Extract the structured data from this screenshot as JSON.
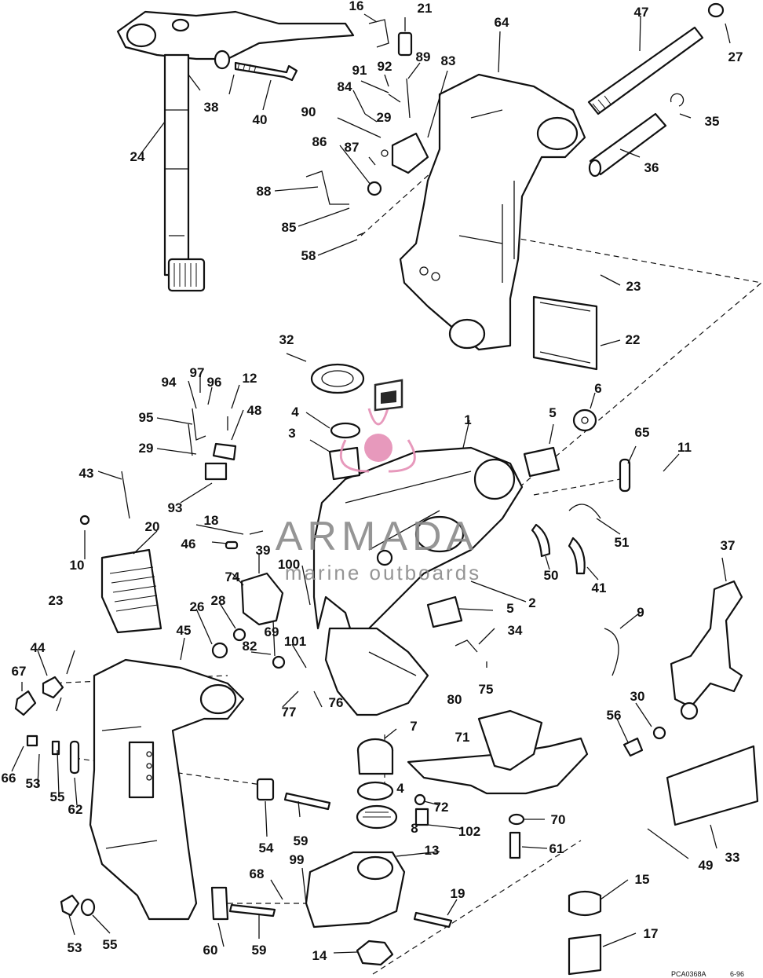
{
  "watermark": {
    "brand": "ARMADA",
    "tagline": "marine outboards",
    "logo_accent": "#e58fb5"
  },
  "drawing_code": "PCA0368A",
  "drawing_date": "6-96",
  "callouts": [
    {
      "n": "1"
    },
    {
      "n": "2"
    },
    {
      "n": "3"
    },
    {
      "n": "4"
    },
    {
      "n": "4"
    },
    {
      "n": "5"
    },
    {
      "n": "5"
    },
    {
      "n": "6"
    },
    {
      "n": "7"
    },
    {
      "n": "8"
    },
    {
      "n": "9"
    },
    {
      "n": "10"
    },
    {
      "n": "11"
    },
    {
      "n": "12"
    },
    {
      "n": "13"
    },
    {
      "n": "14"
    },
    {
      "n": "15"
    },
    {
      "n": "16"
    },
    {
      "n": "17"
    },
    {
      "n": "18"
    },
    {
      "n": "19"
    },
    {
      "n": "20"
    },
    {
      "n": "21"
    },
    {
      "n": "22"
    },
    {
      "n": "23"
    },
    {
      "n": "23"
    },
    {
      "n": "24"
    },
    {
      "n": "26"
    },
    {
      "n": "27"
    },
    {
      "n": "28"
    },
    {
      "n": "29"
    },
    {
      "n": "29"
    },
    {
      "n": "30"
    },
    {
      "n": "32"
    },
    {
      "n": "33"
    },
    {
      "n": "34"
    },
    {
      "n": "35"
    },
    {
      "n": "36"
    },
    {
      "n": "37"
    },
    {
      "n": "38"
    },
    {
      "n": "39"
    },
    {
      "n": "40"
    },
    {
      "n": "41"
    },
    {
      "n": "43"
    },
    {
      "n": "44"
    },
    {
      "n": "45"
    },
    {
      "n": "46"
    },
    {
      "n": "47"
    },
    {
      "n": "48"
    },
    {
      "n": "49"
    },
    {
      "n": "50"
    },
    {
      "n": "51"
    },
    {
      "n": "53"
    },
    {
      "n": "53"
    },
    {
      "n": "54"
    },
    {
      "n": "55"
    },
    {
      "n": "55"
    },
    {
      "n": "56"
    },
    {
      "n": "58"
    },
    {
      "n": "59"
    },
    {
      "n": "59"
    },
    {
      "n": "60"
    },
    {
      "n": "61"
    },
    {
      "n": "62"
    },
    {
      "n": "64"
    },
    {
      "n": "65"
    },
    {
      "n": "66"
    },
    {
      "n": "67"
    },
    {
      "n": "68"
    },
    {
      "n": "69"
    },
    {
      "n": "70"
    },
    {
      "n": "71"
    },
    {
      "n": "72"
    },
    {
      "n": "74"
    },
    {
      "n": "75"
    },
    {
      "n": "76"
    },
    {
      "n": "77"
    },
    {
      "n": "80"
    },
    {
      "n": "82"
    },
    {
      "n": "83"
    },
    {
      "n": "84"
    },
    {
      "n": "85"
    },
    {
      "n": "86"
    },
    {
      "n": "87"
    },
    {
      "n": "88"
    },
    {
      "n": "89"
    },
    {
      "n": "90"
    },
    {
      "n": "91"
    },
    {
      "n": "92"
    },
    {
      "n": "93"
    },
    {
      "n": "94"
    },
    {
      "n": "95"
    },
    {
      "n": "96"
    },
    {
      "n": "97"
    },
    {
      "n": "99"
    },
    {
      "n": "100"
    },
    {
      "n": "101"
    },
    {
      "n": "102"
    }
  ]
}
